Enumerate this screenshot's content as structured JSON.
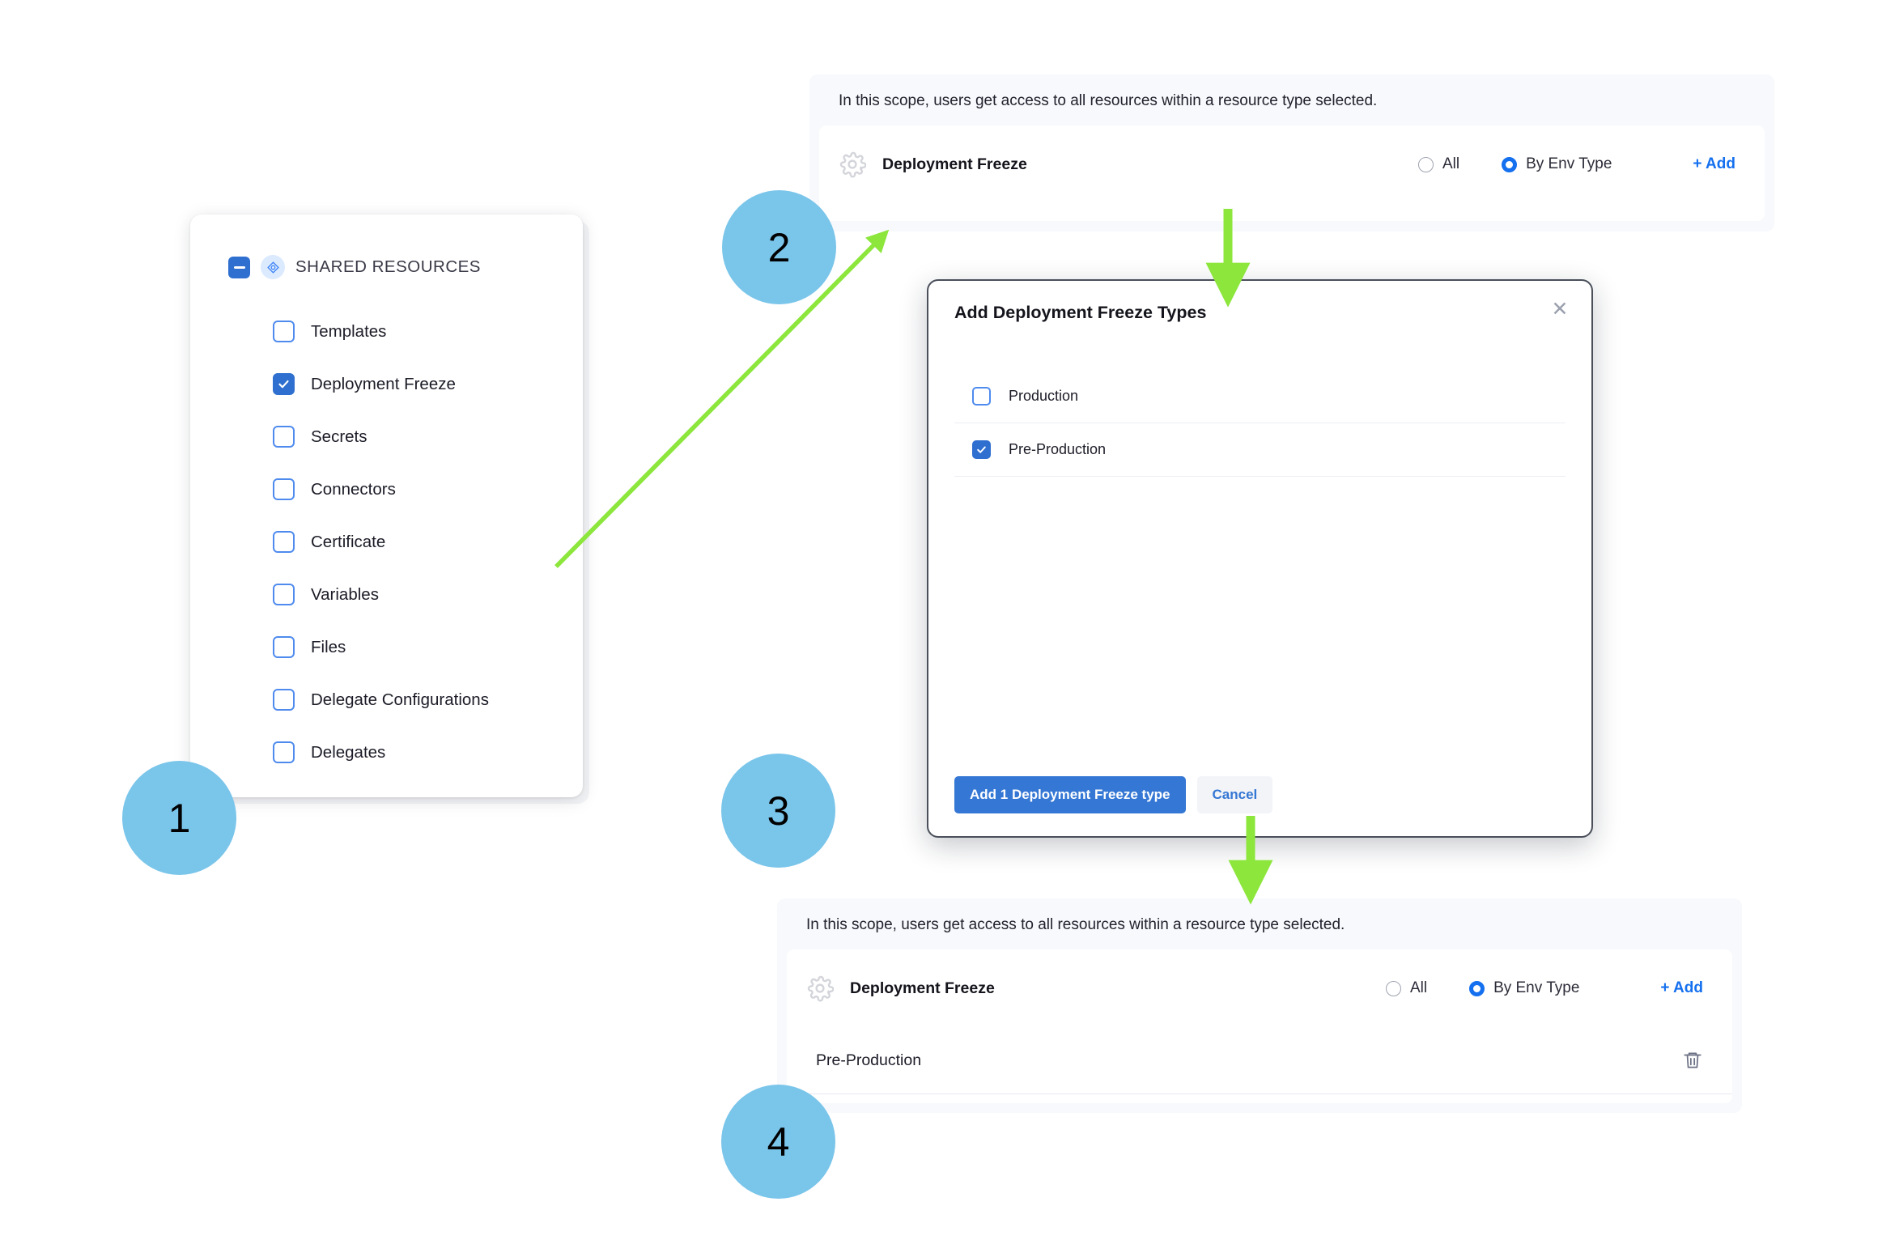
{
  "steps": [
    {
      "number": "1"
    },
    {
      "number": "2"
    },
    {
      "number": "3"
    },
    {
      "number": "4"
    }
  ],
  "shared_resources": {
    "header_label": "SHARED RESOURCES",
    "header_checkbox_state": "indeterminate",
    "header_icon": "resource-diamond-icon",
    "items": [
      {
        "label": "Templates",
        "checked": false
      },
      {
        "label": "Deployment Freeze",
        "checked": true
      },
      {
        "label": "Secrets",
        "checked": false
      },
      {
        "label": "Connectors",
        "checked": false
      },
      {
        "label": "Certificate",
        "checked": false
      },
      {
        "label": "Variables",
        "checked": false
      },
      {
        "label": "Files",
        "checked": false
      },
      {
        "label": "Delegate Configurations",
        "checked": false
      },
      {
        "label": "Delegates",
        "checked": false
      }
    ]
  },
  "scope_panel_before": {
    "note": "In this scope, users get access to all resources within a resource type selected.",
    "resource_name": "Deployment Freeze",
    "resource_icon": "gear-icon",
    "radio_all_label": "All",
    "radio_env_label": "By Env Type",
    "selected_radio": "By Env Type",
    "add_label": "+ Add",
    "selected_items": []
  },
  "scope_panel_after": {
    "note": "In this scope, users get access to all resources within a resource type selected.",
    "resource_name": "Deployment Freeze",
    "resource_icon": "gear-icon",
    "radio_all_label": "All",
    "radio_env_label": "By Env Type",
    "selected_radio": "By Env Type",
    "add_label": "+ Add",
    "selected_items": [
      {
        "label": "Pre-Production",
        "action_icon": "trash-icon"
      }
    ]
  },
  "modal": {
    "title": "Add Deployment Freeze Types",
    "close_icon": "close-icon",
    "options": [
      {
        "label": "Production",
        "checked": false
      },
      {
        "label": "Pre-Production",
        "checked": true
      }
    ],
    "primary_button": "Add 1 Deployment Freeze type",
    "secondary_button": "Cancel"
  },
  "colors": {
    "step_circle": "#7ac5ea",
    "arrow_green": "#8ce63c",
    "accent_blue": "#2f6fd0",
    "link_blue": "#1570ef",
    "panel_bg": "#f7f9fc"
  }
}
